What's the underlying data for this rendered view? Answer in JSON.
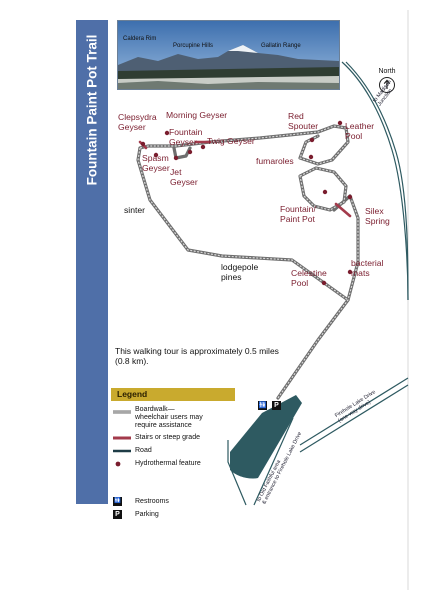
{
  "title": "Fountain Paint Pot Trail",
  "photo_labels": {
    "caldera_rim": "Caldera Rim",
    "porcupine_hills": "Porcupine Hills",
    "gallatin_range": "Gallatin Range"
  },
  "north_label": "North",
  "features": {
    "clepsydra": "Clepsydra\nGeyser",
    "morning": "Morning Geyser",
    "fountain_geyser": "Fountain\nGeyser",
    "twig": "Twig Geyser",
    "red_spouter": "Red\nSpouter",
    "leather_pool": "Leather\nPool",
    "spasm": "Spasm\nGeyser",
    "jet": "Jet\nGeyser",
    "fumaroles": "fumaroles",
    "fountain_paint_pot": "Fountain/\nPaint Pot",
    "silex": "Silex\nSpring",
    "bacterial_mats": "bacterial\nmats",
    "celestine": "Celestine\nPool"
  },
  "terrain": {
    "sinter": "sinter",
    "lodgepole": "lodgepole\npines"
  },
  "road_labels": {
    "to_madison": "to Madison\nJunction",
    "firehole": "Firehole Lake Drive\n(one-way drive)",
    "old_faithful": "to Old Faithful area\n& entrance to Firehole Lake Drive"
  },
  "tour_note": "This walking tour is approximately 0.5 miles (0.8 km).",
  "legend": {
    "heading": "Legend",
    "boardwalk": "Boardwalk—\nwheelchair users may\nrequire assistance",
    "stairs": "Stairs or steep grade",
    "road": "Road",
    "hydrothermal": "Hydrothermal feature",
    "restrooms": "Restrooms",
    "parking": "Parking"
  },
  "icons": {
    "restrooms_glyph": "🚻",
    "parking_glyph": "P",
    "north": "north-arrow-icon"
  },
  "colors": {
    "title_band": "#4f6fa8",
    "feature_text": "#7a1d2e",
    "legend_band": "#c9aa2e",
    "lake": "#2e5a61",
    "stairs": "#a33a4b",
    "boardwalk": "#9a9a9a",
    "road": "#1e3c46"
  }
}
